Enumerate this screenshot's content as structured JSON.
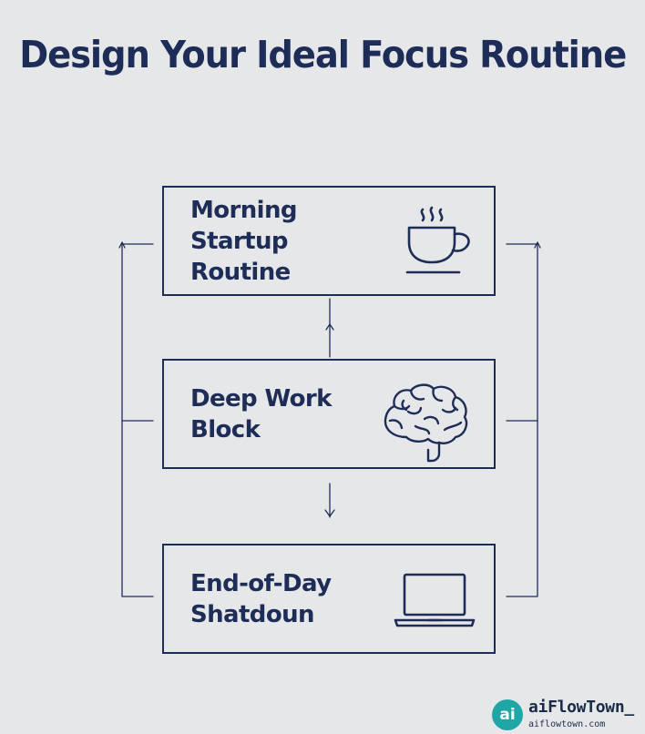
{
  "title": "Design Your Ideal Focus Routine",
  "steps": [
    {
      "label": "Morning Startup\nRoutine",
      "icon": "coffee-cup-icon"
    },
    {
      "label": "Deep Work\nBlock",
      "icon": "brain-icon"
    },
    {
      "label": "End-of-Day\nShatdoun",
      "icon": "laptop-icon"
    }
  ],
  "brand": {
    "badge": "ai",
    "name": "aiFlowTown_",
    "url": "aiflowtown.com"
  },
  "colors": {
    "ink": "#1e2d57",
    "background": "#e6e7e9",
    "brand_accent": "#1fa6a6"
  }
}
